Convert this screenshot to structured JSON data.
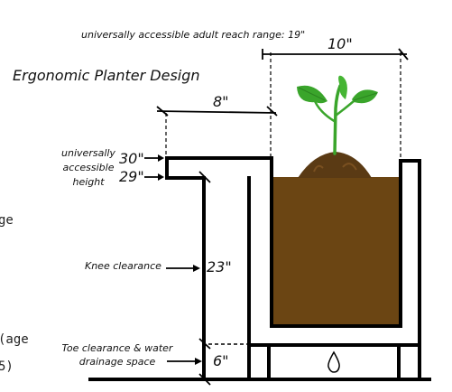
{
  "diagram": {
    "title": "Ergonomic Planter Design",
    "reach_range_label": "universally accessible adult reach range: 19\"",
    "width_label": "10\"",
    "ledge_label": "8\"",
    "height_label": "universally\naccessible\nheight",
    "height_30": "30\"",
    "height_29": "29\"",
    "knee_label": "Knee clearance",
    "knee_value": "23\"",
    "toe_label": "Toe clearance & water\ndrainage space",
    "toe_value": "6\""
  },
  "cropped_text": {
    "line1": "ge",
    "line2": "(age",
    "line3": "5)"
  },
  "icons": {
    "plant": "seedling-icon",
    "drain": "water-drop-icon"
  },
  "colors": {
    "soil": "#6b4513",
    "soil_mound": "#5a3a14",
    "leaf": "#3aa52b",
    "leaf_dark": "#2b8520",
    "outline": "#000000"
  }
}
